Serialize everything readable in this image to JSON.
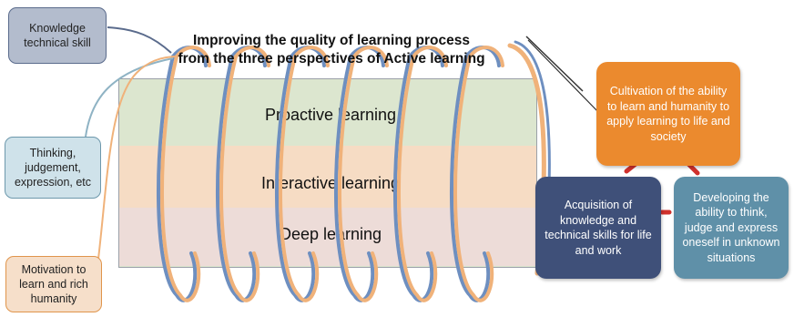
{
  "title": {
    "line1": "Improving the quality of learning process",
    "line2": "from the three perspectives of Active learning"
  },
  "left_tags": [
    {
      "text": "Knowledge technical skill",
      "fill": "#b3bccd",
      "border": "#5a6b8c"
    },
    {
      "text": "Thinking, judgement, expression, etc",
      "fill": "#cfe2ea",
      "border": "#6d98ac"
    },
    {
      "text": "Motivation to learn and rich humanity",
      "fill": "#f6dfca",
      "border": "#e0954c"
    }
  ],
  "bands": [
    {
      "label": "Proactive learning",
      "fill": "#eef2e7"
    },
    {
      "label": "Interactive learning",
      "fill": "#fbf1e6"
    },
    {
      "label": "Deep learning",
      "fill": "#f7e8e4"
    }
  ],
  "outcomes": [
    {
      "text": "Cultivation of the ability to learn and humanity to apply learning to life and society",
      "fill": "#eb8a2e"
    },
    {
      "text": "Acquisition of knowledge and technical skills for life and work",
      "fill": "#3f5079"
    },
    {
      "text": "Developing the ability to think, judge and express oneself in unknown situations",
      "fill": "#5f90a8"
    }
  ],
  "colors": {
    "connector_red": "#d0312d",
    "coil_orange": "#f0b27a",
    "coil_blue": "#6e8fc0"
  }
}
